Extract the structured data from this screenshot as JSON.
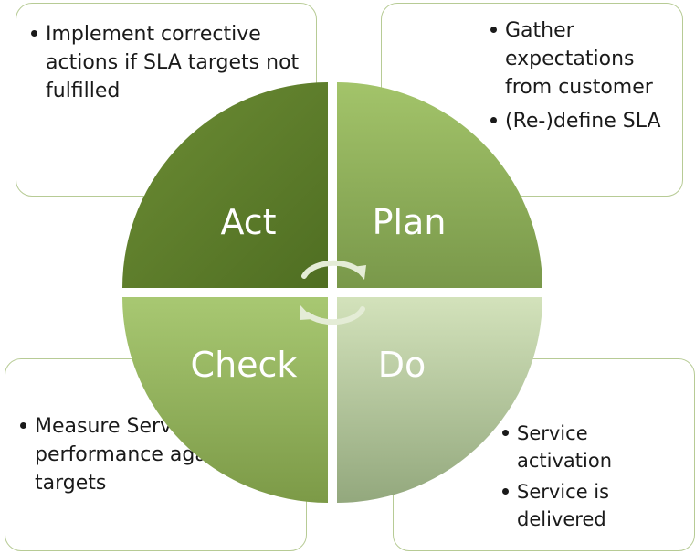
{
  "quadrants": {
    "act": {
      "label": "Act"
    },
    "plan": {
      "label": "Plan"
    },
    "check": {
      "label": "Check"
    },
    "do": {
      "label": "Do"
    }
  },
  "notes": {
    "act": [
      "Implement corrective actions if SLA targets not fulfilled"
    ],
    "plan": [
      "Gather expectations from customer",
      "(Re-)define SLA"
    ],
    "check": [
      "Measure Service performance agains SLA targets"
    ],
    "do": [
      "Service activation",
      "Service is delivered"
    ]
  },
  "colors": {
    "act": "#5f7f2b",
    "plan": "#8fb05a",
    "check": "#9fbe67",
    "do": "#c8d8ad",
    "box_border": "#b7cb95",
    "arrow": "#e4ecd6"
  }
}
